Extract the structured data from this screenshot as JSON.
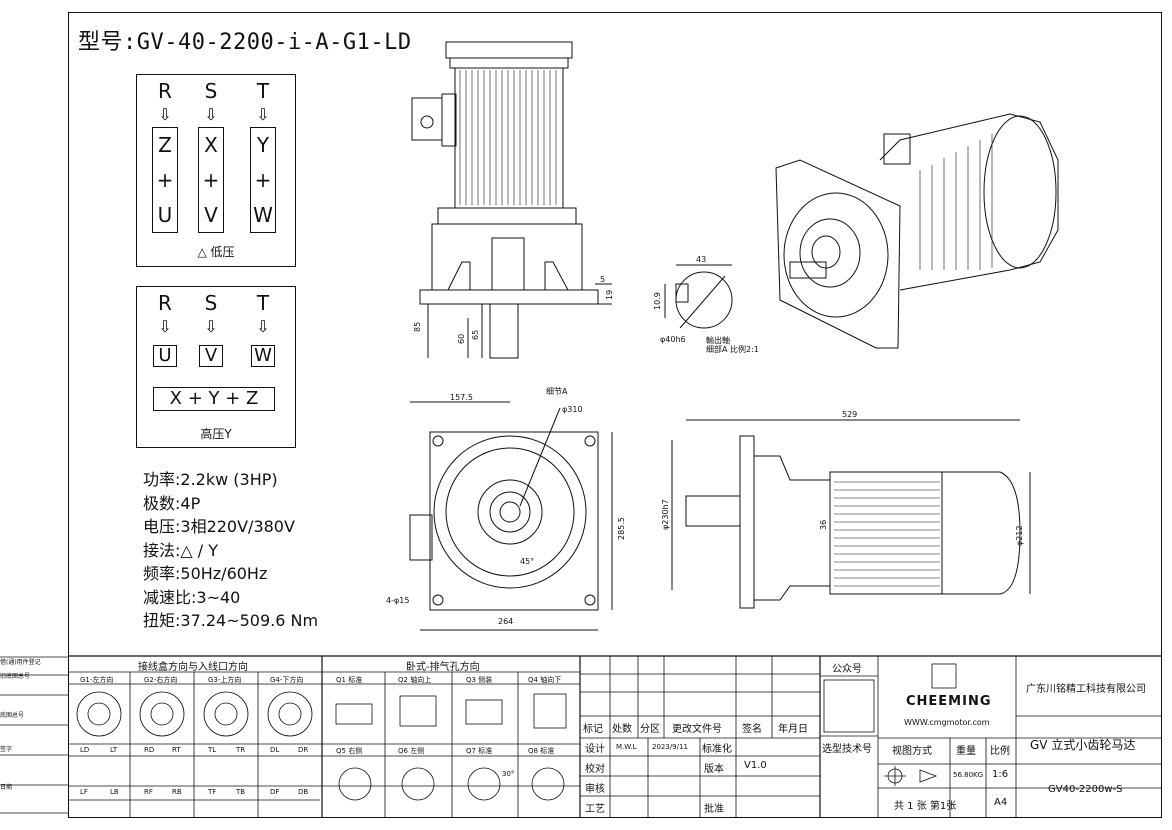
{
  "model_title": "型号:GV-40-2200-i-A-G1-LD",
  "wiring_low": {
    "phases": [
      "R",
      "S",
      "T"
    ],
    "arrow": "⇩",
    "terminals": [
      [
        "Z",
        "+",
        "U"
      ],
      [
        "X",
        "+",
        "V"
      ],
      [
        "Y",
        "+",
        "W"
      ]
    ],
    "caption": "△ 低压"
  },
  "wiring_high": {
    "phases": [
      "R",
      "S",
      "T"
    ],
    "arrow": "⇩",
    "terminals": [
      "U",
      "V",
      "W"
    ],
    "joined": "X + Y + Z",
    "caption": "高压Y"
  },
  "specs": [
    "功率:2.2kw (3HP)",
    "极数:4P",
    "电压:3相220V/380V",
    "接法:△ / Y",
    "频率:50Hz/60Hz",
    "减速比:3~40",
    "扭矩:37.24~509.6 Nm"
  ],
  "dimensions": {
    "d85": "85",
    "d65": "65",
    "d60": "60",
    "d5": "5",
    "d19": "19",
    "d10": "10.9",
    "d43": "43",
    "d40h6": "φ40h6",
    "shaft_note": "輸出軸",
    "detail_scale": "细部A 比例2:1",
    "detail_a": "细节A",
    "d157": "157.5",
    "d310": "φ310",
    "d285": "285.5",
    "d264": "264",
    "holes": "4-φ15",
    "angle45": "45°",
    "d529": "529",
    "d230": "φ230h7",
    "d36": "36",
    "d212": "φ212"
  },
  "bottom_left": {
    "section_wire": "接线盒方向与入线口方向",
    "section_vent": "卧式-排气孔方向",
    "g_labels": [
      "G1-左方向",
      "G2-右方向",
      "G3-上方向",
      "G4-下方向"
    ],
    "q_labels": [
      "Q1 标准",
      "Q2 轴向上",
      "Q3 侧装",
      "Q4 轴向下"
    ],
    "q_labels2": [
      "Q5 右侧",
      "Q6 左侧",
      "Q7 标准",
      "Q8 标准"
    ],
    "codes_row1": [
      "LD",
      "LT",
      "RD",
      "RT",
      "TL",
      "TR",
      "DL",
      "DR"
    ],
    "codes_row2": [
      "LF",
      "LB",
      "RF",
      "RB",
      "TF",
      "TB",
      "DF",
      "DB"
    ],
    "angle30": "30°"
  },
  "side_labels": [
    "借(通)用件登记",
    "旧底图总号",
    "底图总号",
    "签字",
    "日期"
  ],
  "title_block": {
    "public_account": "公众号",
    "brand": "CHEEMING",
    "url": "WWW.cmgmotor.com",
    "company": "广东川铭精工科技有限公司",
    "product": "GV 立式小齿轮马达",
    "select_code": "选型技术号",
    "view_method": "视图方式",
    "weight_label": "重量",
    "scale_label": "比例",
    "weight": "56.80KG",
    "scale": "1:6",
    "sheets": "共 1 张 第1张",
    "paper": "A4",
    "part_no": "GV40-2200w-S",
    "rev_headers": [
      "标记",
      "处数",
      "分区",
      "更改文件号",
      "签名",
      "年月日"
    ],
    "designer_label": "设计",
    "designer": "M.W.L",
    "date": "2023/9/11",
    "standard_label": "标准化",
    "version_label": "版本",
    "version": "V1.0",
    "check_label": "校对",
    "review_label": "审核",
    "process_label": "工艺",
    "approve_label": "批准"
  }
}
